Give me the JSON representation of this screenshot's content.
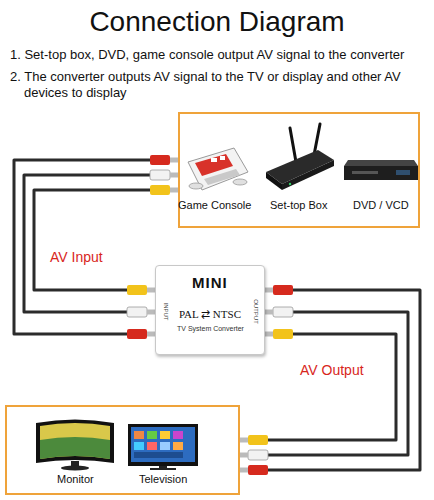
{
  "diagram": {
    "title": "Connection Diagram",
    "nodes": [
      {
        "text": []
      },
      {
        "text": [
          "Game Console"
        ],
        "in": 0
      },
      {
        "text": [
          "Set-top Box"
        ],
        "in": 0
      },
      {
        "text": [
          "DVD / VCD"
        ],
        "in": 0
      },
      {
        "text": [
          "MINI",
          "PAL ⇄ NTSC",
          "TV System Converter",
          "INPUT",
          "OUTPUT"
        ]
      },
      {
        "text": []
      },
      {
        "text": [
          "Monitor"
        ],
        "in": 5
      },
      {
        "text": [
          "Television"
        ],
        "in": 5
      }
    ],
    "edges": [
      {
        "from": 0,
        "to": 4,
        "label": "AV Input",
        "arrow": "none"
      },
      {
        "from": 4,
        "to": 5,
        "label": "AV Output",
        "arrow": "none"
      }
    ],
    "labels": [
      "1. Set-top box, DVD, game console output AV signal to the converter",
      "2. The converter outputs AV signal to the TV or display and other AV devices to display"
    ]
  }
}
